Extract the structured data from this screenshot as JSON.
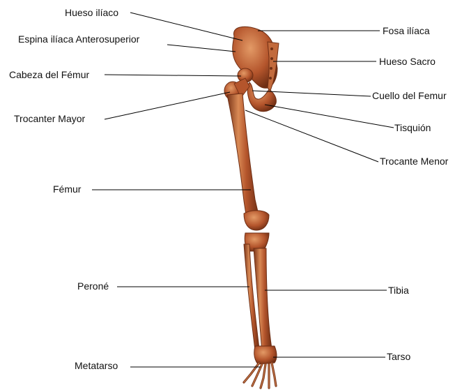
{
  "colors": {
    "bone": "#b4552c",
    "bone_light": "#d98a55",
    "bone_dark": "#7a3418",
    "leader_line": "#000000",
    "text": "#111111",
    "background": "#ffffff"
  },
  "labels_left": {
    "hueso_iliaco": "Hueso ilíaco",
    "espina_iliaca": "Espina ilíaca Anterosuperior",
    "cabeza_femur": "Cabeza del Fémur",
    "trocanter_mayor": "Trocanter Mayor",
    "femur": "Fémur",
    "perone": "Peroné",
    "metatarso": "Metatarso"
  },
  "labels_right": {
    "fosa_iliaca": "Fosa ilíaca",
    "hueso_sacro": "Hueso Sacro",
    "cuello_femur": "Cuello del Femur",
    "isquion": "Tisquión",
    "trocante_menor": "Trocante Menor",
    "tibia": "Tibia",
    "tarso": "Tarso"
  }
}
